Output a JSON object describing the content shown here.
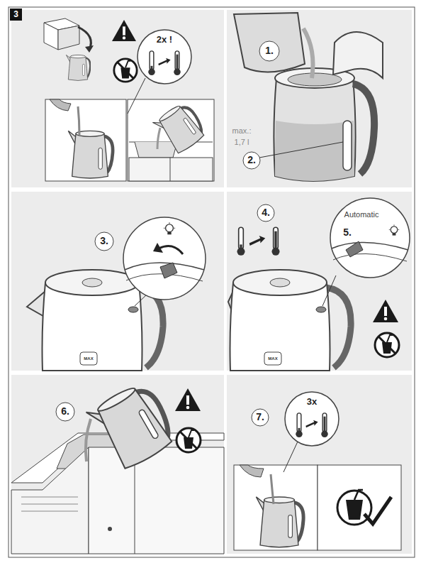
{
  "diagram": {
    "labels": [
      "3",
      "2x !",
      "1.",
      "max.:",
      "1,7 l",
      "2.",
      "3.",
      "4.",
      "Automatic",
      "5.",
      "6.",
      "7.",
      "3x",
      "MAX",
      "MAX"
    ]
  }
}
